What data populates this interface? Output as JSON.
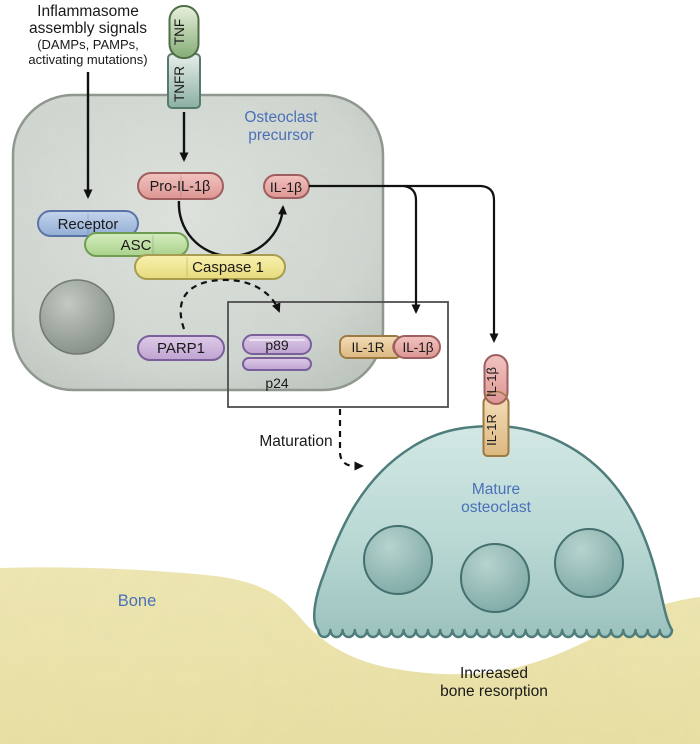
{
  "figure": {
    "type": "pathway-diagram",
    "signals_label": {
      "line1": "Inflammasome",
      "line2": "assembly signals",
      "line3": "(DAMPs, PAMPs,",
      "line4": "activating mutations)"
    },
    "precursor_cell": {
      "title_line1": "Osteoclast",
      "title_line2": "precursor",
      "molecules": {
        "tnf": "TNF",
        "tnfr": "TNFR",
        "receptor": "Receptor",
        "asc": "ASC",
        "caspase1": "Caspase 1",
        "pro_il1b": "Pro-IL-1β",
        "il1b": "IL-1β",
        "parp1": "PARP1"
      }
    },
    "cleavage_box": {
      "p89": "p89",
      "p24": "p24",
      "il1r": "IL-1R",
      "il1b": "IL-1β"
    },
    "maturation_label": "Maturation",
    "mature_cell": {
      "title_line1": "Mature",
      "title_line2": "osteoclast",
      "il1r": "IL-1R",
      "il1b": "IL-1β"
    },
    "bone_label": "Bone",
    "outcome_label": {
      "line1": "Increased",
      "line2": "bone resorption"
    },
    "colors": {
      "label_blue": "#4a70b8",
      "pink_fill": "#e9a9a6",
      "pink_border": "#9e5f5e",
      "purple_fill": "#cfb6de",
      "purple_border": "#7a5f9b",
      "green_fill": "#c3e2a7",
      "green_border": "#6f9e53",
      "yellow_fill": "#f2e893",
      "yellow_border": "#a89c50",
      "blue_fill": "#aec3e2",
      "blue_border": "#5a74a8",
      "tan_fill": "#eccfa0",
      "tan_border": "#9c7a42",
      "tnf_green": "#a9c89a",
      "tnfr_teal": "#a9c4b9",
      "precursor_fill": "#d2d8d2",
      "precursor_border": "#8f978f",
      "mature_fill": "#b9d8d4",
      "mature_border": "#4e7d7c",
      "bone_fill": "#ede5ad",
      "arrow_black": "#111111"
    }
  }
}
